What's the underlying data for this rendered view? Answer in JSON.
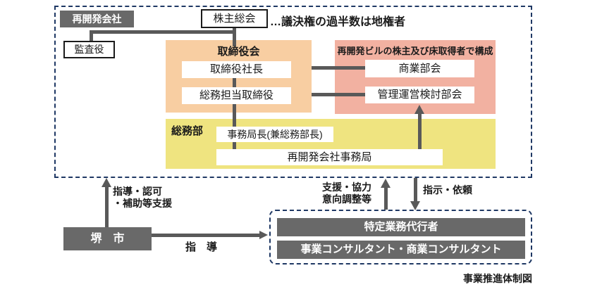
{
  "colors": {
    "frame_navy": "#1f3864",
    "dark_gray_fill": "#696969",
    "connector_gray": "#595959",
    "board_orange": "#f8cea2",
    "council_pink": "#f2b1a1",
    "general_affairs_yellow": "#efe480"
  },
  "frame_company": {
    "tag": "再開発会社",
    "shareholders_meeting": "株主総会",
    "voting_note": "…議決権の過半数は地権者",
    "auditor": "監査役"
  },
  "board": {
    "title": "取締役会",
    "president": "取締役社長",
    "general_affairs_director": "総務担当取締役"
  },
  "councils": {
    "note": "再開発ビルの株主及び床取得者で構成",
    "commerce": "商業部会",
    "management": "管理運営検討部会"
  },
  "general_affairs": {
    "title": "総務部",
    "chief": "事務局長(兼総務部長)",
    "secretariat": "再開発会社事務局"
  },
  "city": {
    "name": "堺　市",
    "support_line1": "指導・認可",
    "support_line2": "・補助等支援",
    "guidance": "指　導"
  },
  "agents": {
    "delegate": "特定業務代行者",
    "consultants": "事業コンサルタント・商業コンサルタント",
    "support_line1": "支援・協力",
    "support_line2": "意向調整等",
    "instruction": "指示・依頼"
  },
  "caption": "事業推進体制図"
}
